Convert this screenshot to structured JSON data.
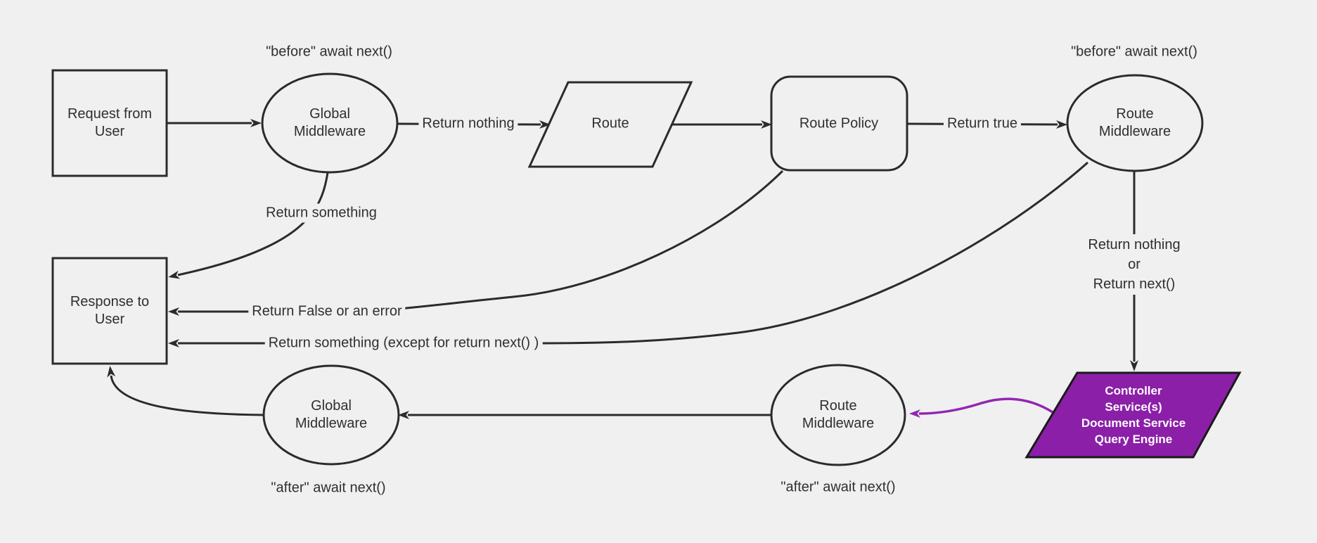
{
  "diagram": {
    "title": "Request / Response middleware lifecycle flowchart",
    "colors": {
      "background": "#f0f0f0",
      "line": "#2b2b2b",
      "text": "#2f2f2f",
      "purple_fill": "#8b1fa8",
      "purple_line": "#9227b1",
      "controller_text": "#ffffff"
    },
    "nodes": {
      "request": {
        "label": "Request from\nUser"
      },
      "global_middleware_top": {
        "label": "Global\nMiddleware"
      },
      "route": {
        "label": "Route"
      },
      "route_policy": {
        "label": "Route Policy"
      },
      "route_middleware_top": {
        "label": "Route\nMiddleware"
      },
      "response": {
        "label": "Response to\nUser"
      },
      "global_middleware_bottom": {
        "label": "Global\nMiddleware"
      },
      "route_middleware_bottom": {
        "label": "Route\nMiddleware"
      },
      "controller": {
        "label": "Controller\nService(s)\nDocument Service\nQuery Engine"
      }
    },
    "edge_labels": {
      "return_nothing": "Return nothing",
      "return_true": "Return true",
      "return_something": "Return something",
      "return_false_or_error": "Return False or an error",
      "return_something_except": "Return something (except for return next() )",
      "return_nothing_or_next": "Return nothing\nor\nReturn next()"
    },
    "annotations": {
      "before_await_left": "\"before\" await next()",
      "before_await_right": "\"before\" await next()",
      "after_await_left": "\"after\" await next()",
      "after_await_right": "\"after\" await next()"
    }
  }
}
